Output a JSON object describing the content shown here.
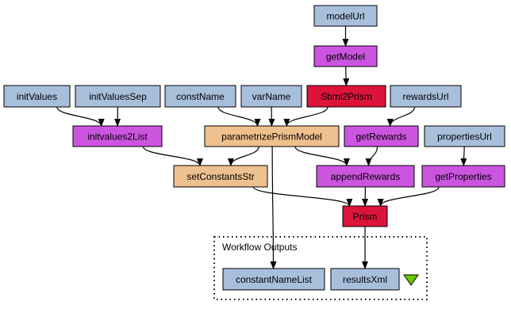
{
  "colors": {
    "input": "#a8bfdc",
    "service": "#cc55e0",
    "local": "#eec08e",
    "beanshell": "#dc143c",
    "edge": "#000000",
    "output_triangle": "#66cc00"
  },
  "group": {
    "label": "Workflow Outputs"
  },
  "nodes": {
    "modelUrl": {
      "label": "modelUrl",
      "kind": "input"
    },
    "getModel": {
      "label": "getModel",
      "kind": "service"
    },
    "initValues": {
      "label": "initValues",
      "kind": "input"
    },
    "initValuesSep": {
      "label": "initValuesSep",
      "kind": "input"
    },
    "constName": {
      "label": "constName",
      "kind": "input"
    },
    "varName": {
      "label": "varName",
      "kind": "input"
    },
    "Sbml2Prism": {
      "label": "Sbml2Prism",
      "kind": "beanshell"
    },
    "rewardsUrl": {
      "label": "rewardsUrl",
      "kind": "input"
    },
    "initvalues2List": {
      "label": "initvalues2List",
      "kind": "service"
    },
    "parametrizePrismModel": {
      "label": "parametrizePrismModel",
      "kind": "local"
    },
    "getRewards": {
      "label": "getRewards",
      "kind": "service"
    },
    "propertiesUrl": {
      "label": "propertiesUrl",
      "kind": "input"
    },
    "setConstantsStr": {
      "label": "setConstantsStr",
      "kind": "local"
    },
    "appendRewards": {
      "label": "appendRewards",
      "kind": "service"
    },
    "getProperties": {
      "label": "getProperties",
      "kind": "service"
    },
    "Prism": {
      "label": "Prism",
      "kind": "beanshell"
    },
    "constantNameList": {
      "label": "constantNameList",
      "kind": "input"
    },
    "resultsXml": {
      "label": "resultsXml",
      "kind": "input"
    }
  },
  "edges": [
    [
      "modelUrl",
      "getModel"
    ],
    [
      "getModel",
      "Sbml2Prism"
    ],
    [
      "initValues",
      "initvalues2List"
    ],
    [
      "initValuesSep",
      "initvalues2List"
    ],
    [
      "constName",
      "parametrizePrismModel"
    ],
    [
      "varName",
      "parametrizePrismModel"
    ],
    [
      "Sbml2Prism",
      "parametrizePrismModel"
    ],
    [
      "rewardsUrl",
      "getRewards"
    ],
    [
      "initvalues2List",
      "setConstantsStr"
    ],
    [
      "parametrizePrismModel",
      "setConstantsStr"
    ],
    [
      "parametrizePrismModel",
      "appendRewards"
    ],
    [
      "parametrizePrismModel",
      "constantNameList"
    ],
    [
      "getRewards",
      "appendRewards"
    ],
    [
      "propertiesUrl",
      "getProperties"
    ],
    [
      "setConstantsStr",
      "Prism"
    ],
    [
      "appendRewards",
      "Prism"
    ],
    [
      "getProperties",
      "Prism"
    ],
    [
      "Prism",
      "resultsXml"
    ]
  ]
}
